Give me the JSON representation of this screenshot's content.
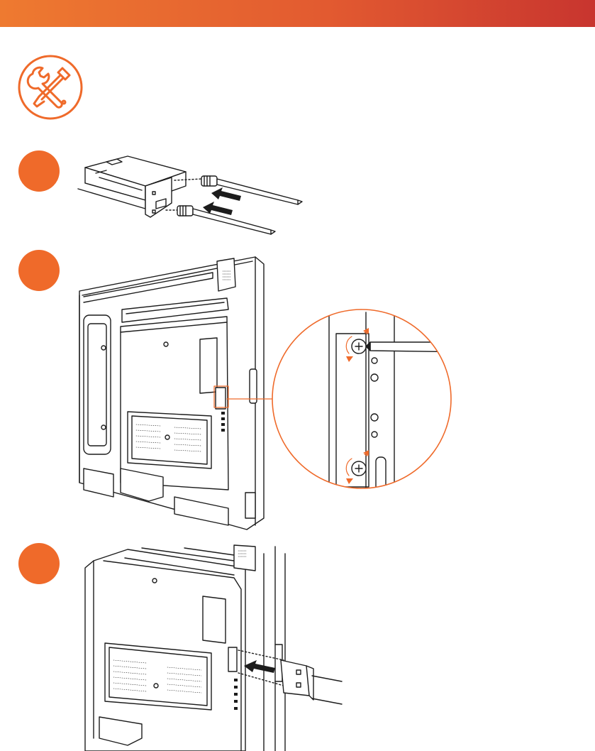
{
  "colors": {
    "accent": "#ef6a2a",
    "bar_start": "#ee7a30",
    "bar_end": "#c8352f",
    "line": "#1c1c1c"
  },
  "header": {
    "icon": "wrench-screwdriver-icon"
  },
  "steps": [
    {
      "illustration": "attach-antennas-to-wifi-module"
    },
    {
      "illustration": "remove-slot-cover-screws"
    },
    {
      "illustration": "insert-wifi-module-into-slot"
    }
  ]
}
